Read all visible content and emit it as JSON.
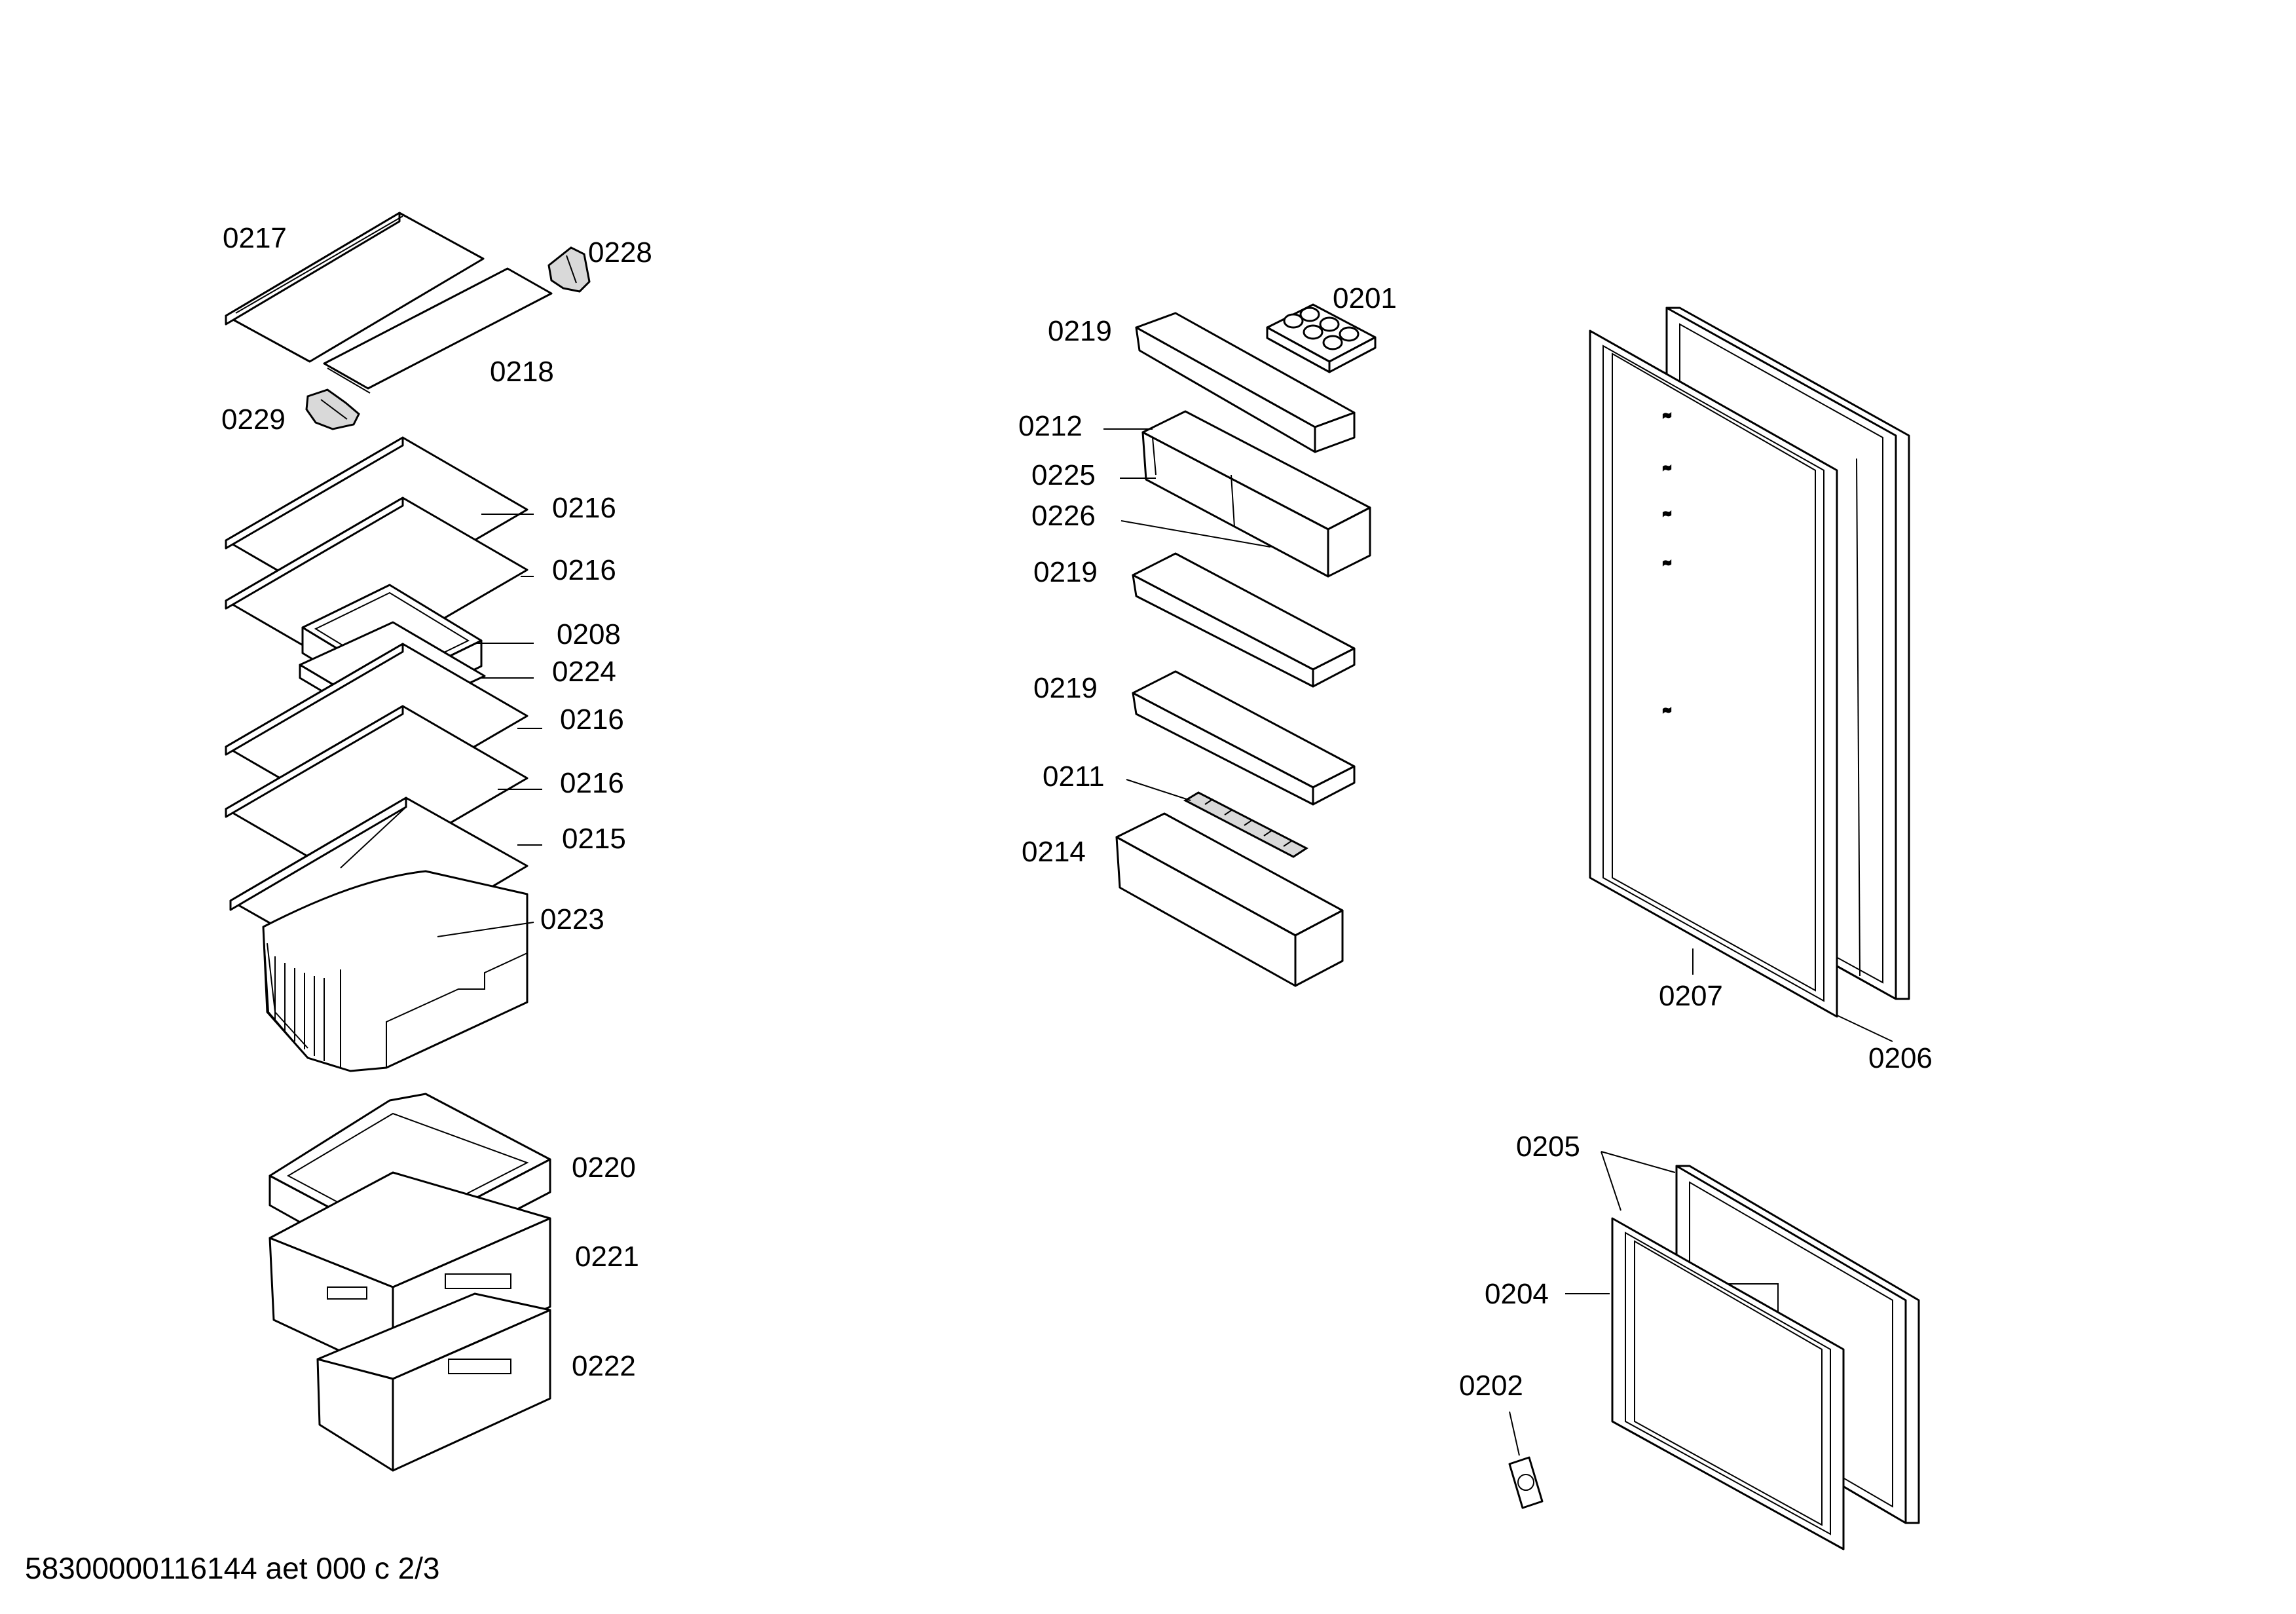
{
  "labels": {
    "p0217": "0217",
    "p0228": "0228",
    "p0218": "0218",
    "p0229": "0229",
    "p0216a": "0216",
    "p0216b": "0216",
    "p0208": "0208",
    "p0224": "0224",
    "p0216c": "0216",
    "p0216d": "0216",
    "p0215": "0215",
    "p0223": "0223",
    "p0220": "0220",
    "p0221": "0221",
    "p0222": "0222",
    "p0201": "0201",
    "p0219a": "0219",
    "p0212": "0212",
    "p0225": "0225",
    "p0226": "0226",
    "p0219b": "0219",
    "p0219c": "0219",
    "p0211": "0211",
    "p0214": "0214",
    "p0207": "0207",
    "p0206": "0206",
    "p0205": "0205",
    "p0204": "0204",
    "p0202": "0202"
  },
  "footer": "58300000116144 aet 000 c 2/3"
}
